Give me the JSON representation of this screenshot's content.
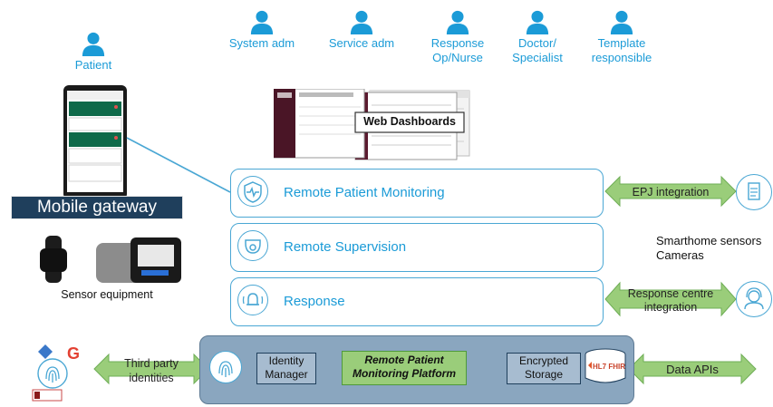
{
  "roles": {
    "patient": "Patient",
    "system_adm": "System adm",
    "service_adm": "Service adm",
    "response_op_line1": "Response",
    "response_op_line2": "Op/Nurse",
    "doctor_line1": "Doctor/",
    "doctor_line2": "Specialist",
    "template_line1": "Template",
    "template_line2": "responsible"
  },
  "dashboards": {
    "label": "Web Dashboards"
  },
  "gateway": {
    "label": "Mobile gateway"
  },
  "sensors": {
    "label": "Sensor equipment"
  },
  "services": [
    {
      "label": "Remote Patient Monitoring",
      "icon": "heartbeat-shield-icon"
    },
    {
      "label": "Remote Supervision",
      "icon": "camera-icon"
    },
    {
      "label": "Response",
      "icon": "alarm-bell-icon"
    }
  ],
  "right": {
    "epj": "EPJ integration",
    "smarthome_line1": "Smarthome sensors",
    "smarthome_line2": "Cameras",
    "response_centre_line1": "Response centre",
    "response_centre_line2": "integration"
  },
  "bottom": {
    "third_party_line1": "Third party",
    "third_party_line2": "identities",
    "identity_line1": "Identity",
    "identity_line2": "Manager",
    "platform_line1": "Remote Patient",
    "platform_line2": "Monitoring Platform",
    "storage_line1": "Encrypted",
    "storage_line2": "Storage",
    "fhir": "HL7 FHIR",
    "data_apis": "Data APIs"
  },
  "colors": {
    "accent_blue": "#1b9bd7",
    "box_border": "#4aa7d4",
    "arrow_green": "#9acd7a",
    "gateway_bg": "#1f3f5c",
    "platform_bg": "#8aa6bf"
  }
}
